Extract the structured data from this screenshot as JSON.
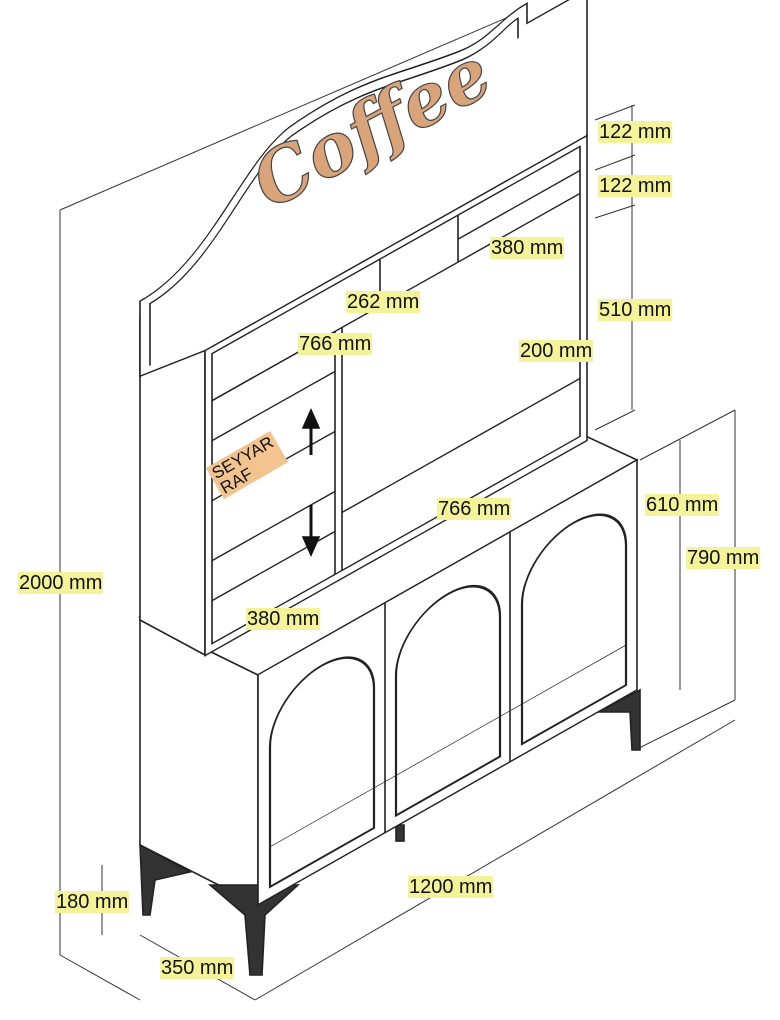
{
  "sign_text": "Coffee",
  "shelf_label": {
    "line1": "SEYYAR",
    "line2": "RAF"
  },
  "dimensions": {
    "top_shelf_1": "122 mm",
    "top_shelf_2": "122 mm",
    "upper_compartment_width": "380 mm",
    "middle_compartment_width": "262 mm",
    "upper_height": "510 mm",
    "hutch_width_top": "766 mm",
    "niche_depth": "200 mm",
    "hutch_width_bottom": "766 mm",
    "hutch_height": "610 mm",
    "cabinet_height": "790 mm",
    "total_height": "2000 mm",
    "hutch_depth": "380 mm",
    "total_width": "1200 mm",
    "leg_height": "180 mm",
    "cabinet_depth": "350 mm"
  },
  "colors": {
    "label_bg": "#f4f39a",
    "sign": "#d9a47a",
    "shelf_tag": "#f3c48f"
  }
}
